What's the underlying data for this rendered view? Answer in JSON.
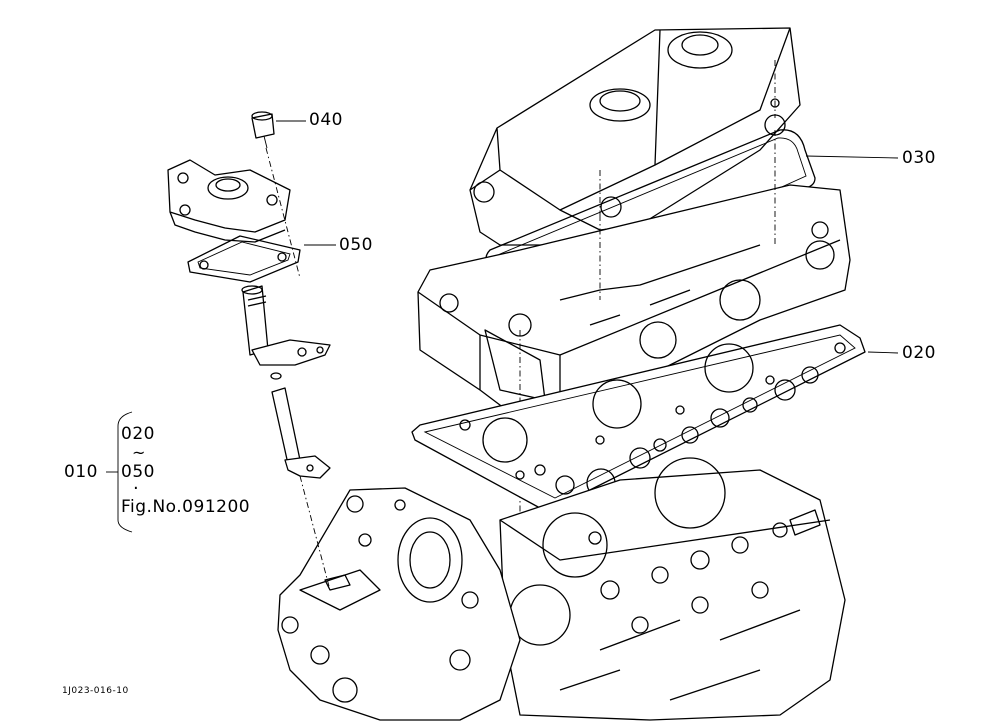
{
  "callouts": {
    "p040": "040",
    "p030": "030",
    "p050": "050",
    "p020": "020"
  },
  "assembly_note": {
    "assembly_code": "010",
    "range_start": "020",
    "range_separator": "~",
    "range_end": "050",
    "bullet": "·",
    "figure_reference": "Fig.No.091200"
  },
  "drawing_id": "1J023-016-10"
}
